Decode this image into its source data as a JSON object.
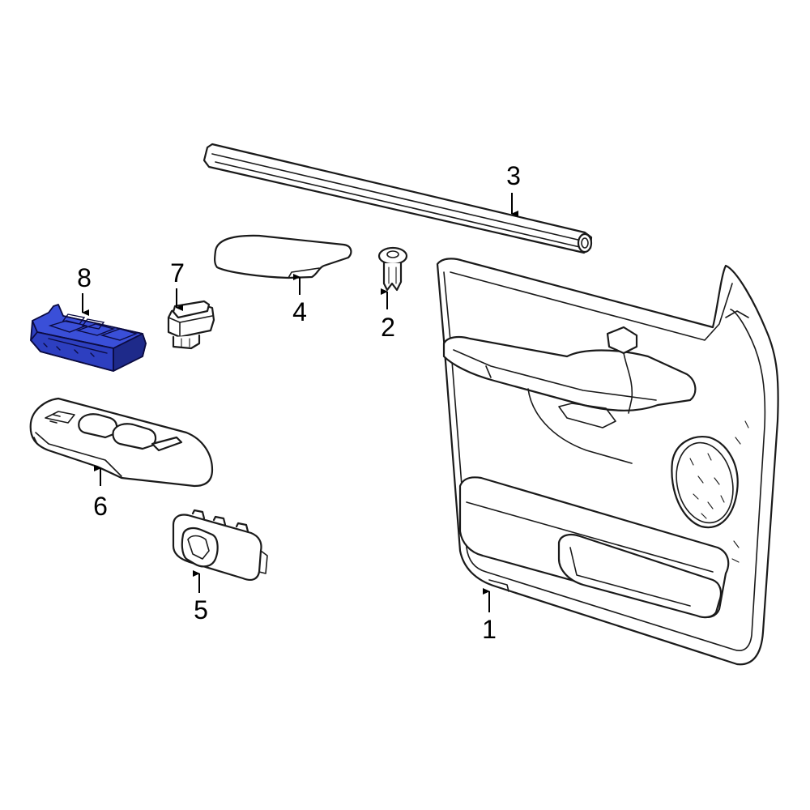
{
  "callouts": {
    "c1": "1",
    "c2": "2",
    "c3": "3",
    "c4": "4",
    "c5": "5",
    "c6": "6",
    "c7": "7",
    "c8": "8"
  },
  "highlighted_part": "8",
  "colors": {
    "highlight_fill": "#2d3fc0",
    "highlight_top": "#3a4fd8",
    "highlight_shadow": "#1e2a8a",
    "line": "#1a1a1a",
    "background": "#ffffff"
  }
}
